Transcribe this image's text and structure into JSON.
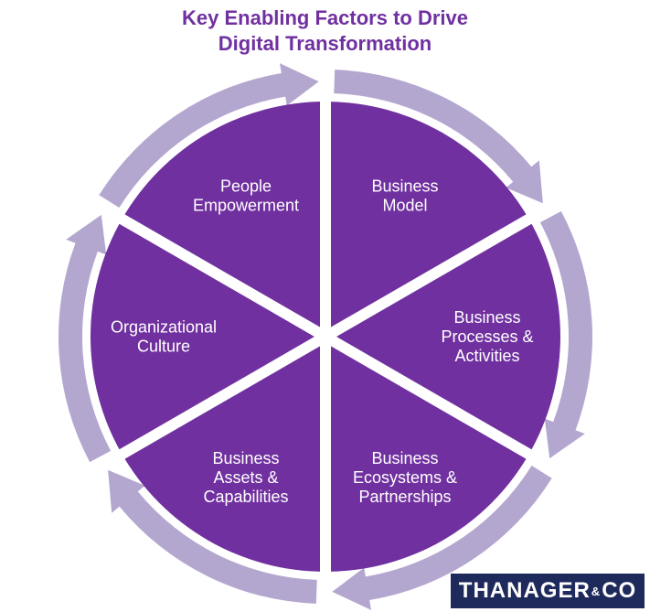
{
  "title": {
    "line1": "Key Enabling Factors to Drive",
    "line2": "Digital Transformation"
  },
  "colors": {
    "title": "#7030a0",
    "segment_fill": "#7030a0",
    "ring": "#b4a7cf",
    "label": "#ffffff",
    "logo_bg": "#1f2a5c"
  },
  "segments": [
    {
      "lines": [
        "Business",
        "Model"
      ]
    },
    {
      "lines": [
        "Business",
        "Processes &",
        "Activities"
      ]
    },
    {
      "lines": [
        "Business",
        "Ecosystems &",
        "Partnerships"
      ]
    },
    {
      "lines": [
        "Business",
        "Assets &",
        "Capabilities"
      ]
    },
    {
      "lines": [
        "Organizational",
        "Culture"
      ]
    },
    {
      "lines": [
        "People",
        "Empowerment"
      ]
    }
  ],
  "logo": {
    "main": "THANAGER",
    "amp": "&",
    "co": "CO"
  }
}
